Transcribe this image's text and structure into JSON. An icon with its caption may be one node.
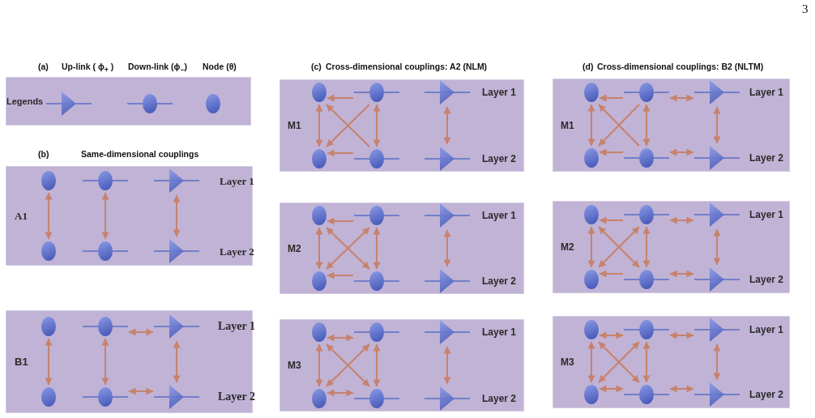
{
  "diagram": {
    "nodes": [
      {
        "text": [
          "Legends"
        ]
      },
      {
        "text": [
          "A1",
          "Layer 1",
          "Layer 2"
        ]
      },
      {
        "text": [],
        "shape": "ellipse",
        "in": 1
      },
      {
        "text": [],
        "shape": "bead",
        "in": 1
      },
      {
        "text": [],
        "shape": "triangle",
        "in": 1
      },
      {
        "text": [],
        "shape": "ellipse",
        "in": 1
      },
      {
        "text": [],
        "shape": "bead",
        "in": 1
      },
      {
        "text": [],
        "shape": "triangle",
        "in": 1
      },
      {
        "text": [
          "B1",
          "Layer 1",
          "Layer 2"
        ]
      },
      {
        "text": [],
        "shape": "ellipse",
        "in": 8
      },
      {
        "text": [],
        "shape": "bead",
        "in": 8
      },
      {
        "text": [],
        "shape": "triangle",
        "in": 8
      },
      {
        "text": [],
        "shape": "ellipse",
        "in": 8
      },
      {
        "text": [],
        "shape": "bead",
        "in": 8
      },
      {
        "text": [],
        "shape": "triangle",
        "in": 8
      },
      {
        "text": [
          "M1",
          "Layer 1",
          "Layer 2"
        ]
      },
      {
        "text": [],
        "shape": "ellipse",
        "in": 15
      },
      {
        "text": [],
        "shape": "bead",
        "in": 15
      },
      {
        "text": [],
        "shape": "triangle",
        "in": 15
      },
      {
        "text": [],
        "shape": "ellipse",
        "in": 15
      },
      {
        "text": [],
        "shape": "bead",
        "in": 15
      },
      {
        "text": [],
        "shape": "triangle",
        "in": 15
      },
      {
        "text": [
          "M2",
          "Layer 1",
          "Layer 2"
        ]
      },
      {
        "text": [],
        "shape": "ellipse",
        "in": 22
      },
      {
        "text": [],
        "shape": "bead",
        "in": 22
      },
      {
        "text": [],
        "shape": "triangle",
        "in": 22
      },
      {
        "text": [],
        "shape": "ellipse",
        "in": 22
      },
      {
        "text": [],
        "shape": "bead",
        "in": 22
      },
      {
        "text": [],
        "shape": "triangle",
        "in": 22
      },
      {
        "text": [
          "M3",
          "Layer 1",
          "Layer 2"
        ]
      },
      {
        "text": [],
        "shape": "ellipse",
        "in": 29
      },
      {
        "text": [],
        "shape": "bead",
        "in": 29
      },
      {
        "text": [],
        "shape": "triangle",
        "in": 29
      },
      {
        "text": [],
        "shape": "ellipse",
        "in": 29
      },
      {
        "text": [],
        "shape": "bead",
        "in": 29
      },
      {
        "text": [],
        "shape": "triangle",
        "in": 29
      },
      {
        "text": [
          "M1",
          "Layer 1",
          "Layer 2"
        ]
      },
      {
        "text": [],
        "shape": "ellipse",
        "in": 36
      },
      {
        "text": [],
        "shape": "bead",
        "in": 36
      },
      {
        "text": [],
        "shape": "triangle",
        "in": 36
      },
      {
        "text": [],
        "shape": "ellipse",
        "in": 36
      },
      {
        "text": [],
        "shape": "bead",
        "in": 36
      },
      {
        "text": [],
        "shape": "triangle",
        "in": 36
      },
      {
        "text": [
          "M2",
          "Layer 1",
          "Layer 2"
        ]
      },
      {
        "text": [],
        "shape": "ellipse",
        "in": 43
      },
      {
        "text": [],
        "shape": "bead",
        "in": 43
      },
      {
        "text": [],
        "shape": "triangle",
        "in": 43
      },
      {
        "text": [],
        "shape": "ellipse",
        "in": 43
      },
      {
        "text": [],
        "shape": "bead",
        "in": 43
      },
      {
        "text": [],
        "shape": "triangle",
        "in": 43
      },
      {
        "text": [
          "M3",
          "Layer 1",
          "Layer 2"
        ]
      },
      {
        "text": [],
        "shape": "ellipse",
        "in": 50
      },
      {
        "text": [],
        "shape": "bead",
        "in": 50
      },
      {
        "text": [],
        "shape": "triangle",
        "in": 50
      },
      {
        "text": [],
        "shape": "ellipse",
        "in": 50
      },
      {
        "text": [],
        "shape": "bead",
        "in": 50
      },
      {
        "text": [],
        "shape": "triangle",
        "in": 50
      }
    ],
    "edges": [
      {
        "from": 2,
        "to": 5,
        "arrow": "both"
      },
      {
        "from": 3,
        "to": 6,
        "arrow": "both"
      },
      {
        "from": 4,
        "to": 7,
        "arrow": "both"
      },
      {
        "from": 10,
        "to": 11,
        "arrow": "both"
      },
      {
        "from": 9,
        "to": 12,
        "arrow": "both"
      },
      {
        "from": 10,
        "to": 13,
        "arrow": "both"
      },
      {
        "from": 11,
        "to": 14,
        "arrow": "both"
      },
      {
        "from": 13,
        "to": 14,
        "arrow": "both"
      },
      {
        "from": 17,
        "to": 16,
        "arrow": "to"
      },
      {
        "from": 16,
        "to": 19,
        "arrow": "both"
      },
      {
        "from": 17,
        "to": 19,
        "arrow": "to"
      },
      {
        "from": 20,
        "to": 16,
        "arrow": "to"
      },
      {
        "from": 17,
        "to": 20,
        "arrow": "both"
      },
      {
        "from": 18,
        "to": 21,
        "arrow": "both"
      },
      {
        "from": 20,
        "to": 19,
        "arrow": "to"
      },
      {
        "from": 24,
        "to": 23,
        "arrow": "to"
      },
      {
        "from": 23,
        "to": 26,
        "arrow": "both"
      },
      {
        "from": 23,
        "to": 27,
        "arrow": "both"
      },
      {
        "from": 24,
        "to": 26,
        "arrow": "both"
      },
      {
        "from": 24,
        "to": 27,
        "arrow": "both"
      },
      {
        "from": 25,
        "to": 28,
        "arrow": "both"
      },
      {
        "from": 27,
        "to": 26,
        "arrow": "to"
      },
      {
        "from": 30,
        "to": 31,
        "arrow": "both"
      },
      {
        "from": 30,
        "to": 33,
        "arrow": "both"
      },
      {
        "from": 30,
        "to": 34,
        "arrow": "both"
      },
      {
        "from": 31,
        "to": 33,
        "arrow": "both"
      },
      {
        "from": 31,
        "to": 34,
        "arrow": "both"
      },
      {
        "from": 32,
        "to": 35,
        "arrow": "both"
      },
      {
        "from": 33,
        "to": 34,
        "arrow": "both"
      },
      {
        "from": 38,
        "to": 37,
        "arrow": "to"
      },
      {
        "from": 38,
        "to": 39,
        "arrow": "both"
      },
      {
        "from": 37,
        "to": 40,
        "arrow": "both"
      },
      {
        "from": 38,
        "to": 40,
        "arrow": "to"
      },
      {
        "from": 41,
        "to": 37,
        "arrow": "to"
      },
      {
        "from": 38,
        "to": 41,
        "arrow": "both"
      },
      {
        "from": 39,
        "to": 42,
        "arrow": "both"
      },
      {
        "from": 41,
        "to": 40,
        "arrow": "to"
      },
      {
        "from": 41,
        "to": 42,
        "arrow": "both"
      },
      {
        "from": 45,
        "to": 44,
        "arrow": "to"
      },
      {
        "from": 45,
        "to": 46,
        "arrow": "both"
      },
      {
        "from": 44,
        "to": 47,
        "arrow": "both"
      },
      {
        "from": 44,
        "to": 48,
        "arrow": "both"
      },
      {
        "from": 45,
        "to": 47,
        "arrow": "both"
      },
      {
        "from": 45,
        "to": 48,
        "arrow": "both"
      },
      {
        "from": 46,
        "to": 49,
        "arrow": "both"
      },
      {
        "from": 48,
        "to": 47,
        "arrow": "to"
      },
      {
        "from": 48,
        "to": 49,
        "arrow": "both"
      },
      {
        "from": 51,
        "to": 52,
        "arrow": "both"
      },
      {
        "from": 52,
        "to": 53,
        "arrow": "both"
      },
      {
        "from": 51,
        "to": 54,
        "arrow": "both"
      },
      {
        "from": 51,
        "to": 55,
        "arrow": "both"
      },
      {
        "from": 52,
        "to": 54,
        "arrow": "both"
      },
      {
        "from": 52,
        "to": 55,
        "arrow": "both"
      },
      {
        "from": 53,
        "to": 56,
        "arrow": "both"
      },
      {
        "from": 54,
        "to": 55,
        "arrow": "both"
      },
      {
        "from": 55,
        "to": 56,
        "arrow": "both"
      }
    ],
    "labels": [
      "3",
      "(a)",
      "(c)",
      "Cross-dimensional couplings: A2 (NLM)",
      "(d)",
      "Cross-dimensional couplings: B2 (NLTM)",
      "(b)",
      "Same-dimensional couplings"
    ],
    "legend": [
      {
        "text": "Up-link ( ϕ$_{+}$ )"
      },
      {
        "text": "Down-link (ϕ$_{−}$)"
      },
      {
        "text": "Node (θ)"
      }
    ]
  }
}
